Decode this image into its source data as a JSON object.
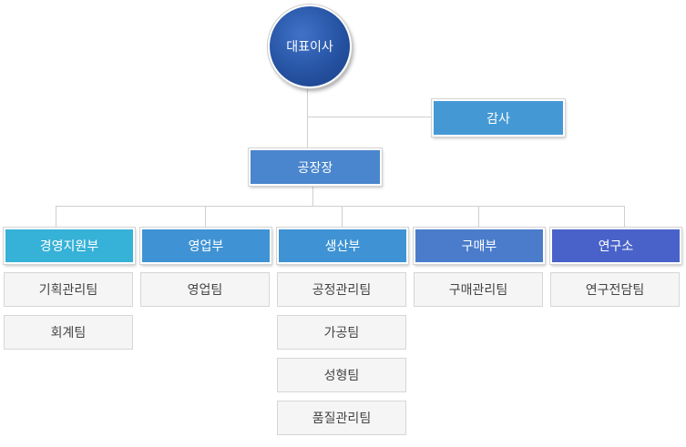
{
  "ceo": {
    "label": "대표이사",
    "color": "#2a58a8"
  },
  "audit": {
    "label": "감사",
    "color": "#4499d5"
  },
  "plant_manager": {
    "label": "공장장",
    "color": "#4a86cd"
  },
  "departments": [
    {
      "label": "경영지원부",
      "color": "#36b1d7",
      "teams": [
        "기획관리팀",
        "회계팀"
      ]
    },
    {
      "label": "영업부",
      "color": "#3f93d4",
      "teams": [
        "영업팀"
      ]
    },
    {
      "label": "생산부",
      "color": "#3f93d4",
      "teams": [
        "공정관리팀",
        "가공팀",
        "성형팀",
        "품질관리팀"
      ]
    },
    {
      "label": "구매부",
      "color": "#4a7ccb",
      "teams": [
        "구매관리팀"
      ]
    },
    {
      "label": "연구소",
      "color": "#4862c9",
      "teams": [
        "연구전담팀"
      ]
    }
  ]
}
